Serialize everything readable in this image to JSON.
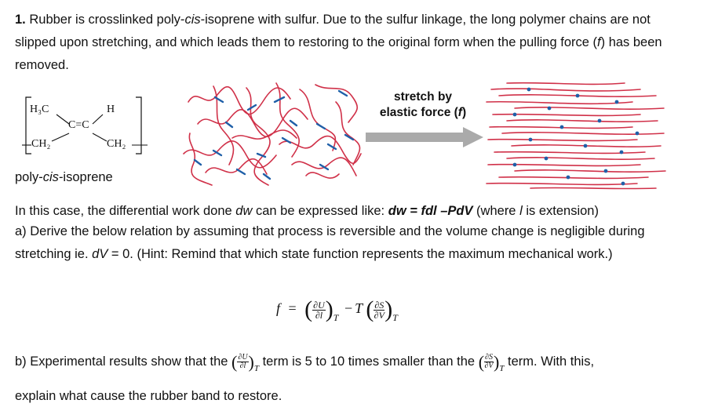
{
  "q1": {
    "number": "1.",
    "intro_a": " Rubber is crosslinked poly-",
    "intro_cis": "cis",
    "intro_b": "-isoprene with sulfur. Due to the sulfur linkage, the long polymer chains are not slipped upon stretching, and which leads them to restoring to the original form when the pulling force (",
    "intro_f": "f",
    "intro_c": ") has been removed."
  },
  "chem": {
    "h3c": "H₃C",
    "h": "H",
    "double": "C=C",
    "ch2_left": "CH₂",
    "ch2_right": "CH₂"
  },
  "caption": {
    "a": "poly-",
    "cis": "cis",
    "b": "-isoprene"
  },
  "arrow": {
    "line1": "stretch by",
    "line2": "elastic force (",
    "f": "f",
    "close": ")"
  },
  "work": {
    "a": "In this case, the differential work done ",
    "dw": "dw",
    "b": " can be expressed like: ",
    "eq": "dw = fdl –PdV",
    "c": " (where ",
    "l": "l",
    "d": " is extension)"
  },
  "part_a": {
    "a": "a) Derive the below relation by assuming that process is reversible and the volume change is negligible during stretching ie. ",
    "dv": "dV",
    "b": " = 0. (Hint: Remind that which state function represents the maximum mechanical work.)"
  },
  "equation": {
    "f": "f",
    "eq": "=",
    "num1": "∂U",
    "den1": "∂l",
    "sub1": "T",
    "minus": "−",
    "T": "T",
    "num2": "∂S",
    "den2": "∂V",
    "sub2": "T"
  },
  "part_b": {
    "a": "b) Experimental results show that the ",
    "num1": "∂U",
    "den1": "∂l",
    "sub1": "T",
    "b": " term is 5 to 10 times smaller than the ",
    "num2": "∂S",
    "den2": "∂V",
    "sub2": "T",
    "c": " term. With this,"
  },
  "part_b_end": "explain what cause the rubber band to restore.",
  "colors": {
    "chain": "#d03048",
    "crosslink": "#1f5fa8",
    "arrow": "#aaaaaa"
  }
}
